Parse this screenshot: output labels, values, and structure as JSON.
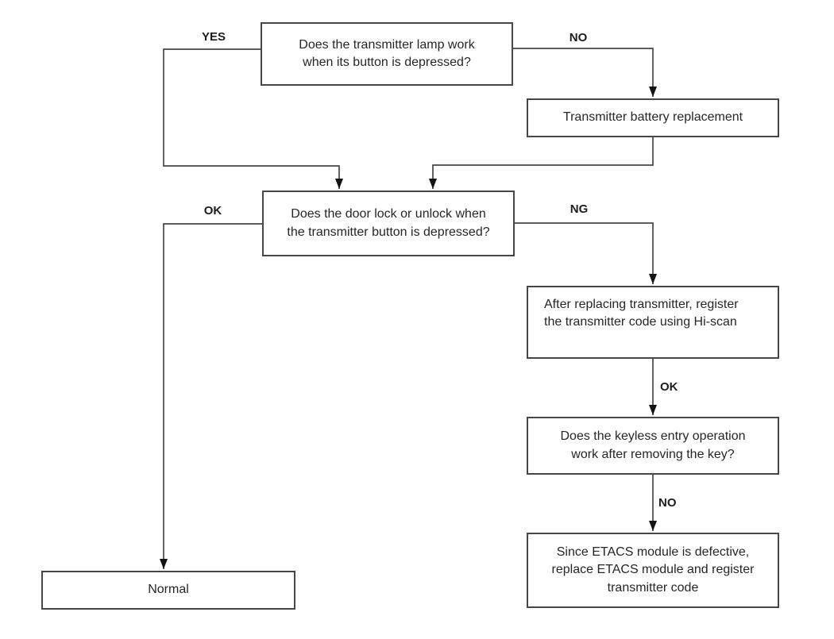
{
  "flowchart": {
    "type": "troubleshooting-flowchart",
    "background_color": "#ffffff",
    "line_color": "#474747",
    "arrow_color": "#141414",
    "text_color": "#262626",
    "nodes": {
      "transmitter_lamp_question": "Does the transmitter lamp work\nwhen its button is depressed?",
      "battery_replacement": "Transmitter battery replacement",
      "door_lock_question": "Does the door lock or unlock when\nthe transmitter button is depressed?",
      "register_transmitter_code": "After replacing transmitter, register\nthe transmitter code using Hi-scan",
      "keyless_entry_question": "Does the keyless entry operation\nwork after removing the key?",
      "replace_etacs_module": "Since ETACS module is defective,\nreplace ETACS module and register\ntransmitter code",
      "normal": "Normal"
    },
    "edges": [
      {
        "from": "transmitter_lamp_question",
        "to": "door_lock_question",
        "label": "YES"
      },
      {
        "from": "transmitter_lamp_question",
        "to": "battery_replacement",
        "label": "NO"
      },
      {
        "from": "battery_replacement",
        "to": "door_lock_question",
        "label": ""
      },
      {
        "from": "door_lock_question",
        "to": "normal",
        "label": "OK"
      },
      {
        "from": "door_lock_question",
        "to": "register_transmitter_code",
        "label": "NG"
      },
      {
        "from": "register_transmitter_code",
        "to": "keyless_entry_question",
        "label": "OK"
      },
      {
        "from": "keyless_entry_question",
        "to": "replace_etacs_module",
        "label": "NO"
      }
    ]
  }
}
